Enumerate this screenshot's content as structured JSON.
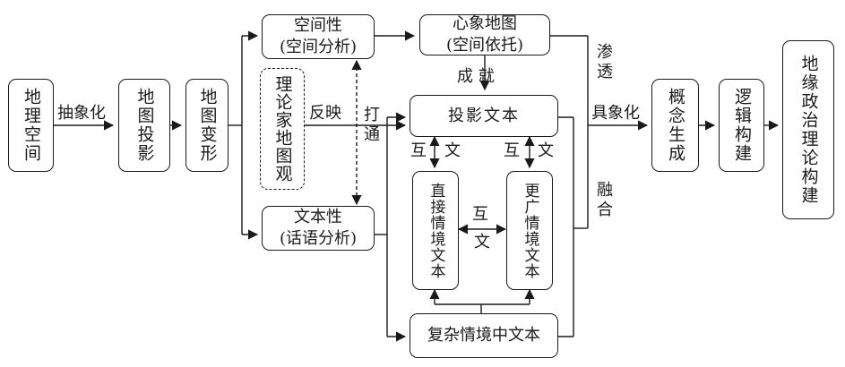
{
  "nodes": {
    "geo_space": "地理空间",
    "geo_projection": "地图投影",
    "map_deformation": "地图变形",
    "spatiality": "空间性",
    "spatiality_sub": "(空间分析)",
    "textuality": "文本性",
    "textuality_sub": "(话语分析)",
    "theorist_map_view": "理论家地图观",
    "mental_map": "心象地图",
    "mental_map_sub": "(空间依托)",
    "projection_text": "投影文本",
    "direct_context_text": "直接情境文本",
    "wider_context_text": "更广情境文本",
    "complex_context_text": "复杂情境中文本",
    "concept_generation": "概念生成",
    "logic_construction": "逻辑构建",
    "geopolitical_theory": "地缘政治理论构建"
  },
  "labels": {
    "abstraction": "抽象化",
    "reflection": "反映",
    "break_through": "打通",
    "achieve": "成 就",
    "permeate": "渗透",
    "concretize": "具象化",
    "fuse": "融合",
    "intertext_left_1": "互",
    "intertext_left_2": "文",
    "intertext_right_1": "互",
    "intertext_right_2": "文",
    "intertext_mid_1": "互",
    "intertext_mid_2": "文"
  }
}
